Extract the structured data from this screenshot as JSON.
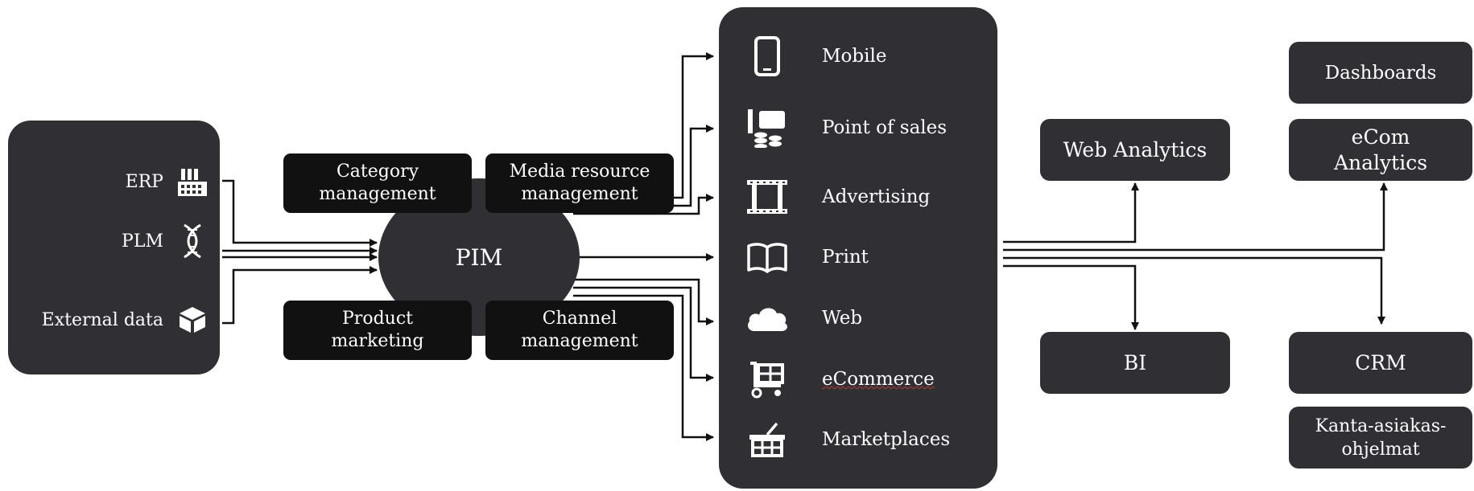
{
  "sources": {
    "items": [
      {
        "label": "ERP",
        "icon": "factory-icon"
      },
      {
        "label": "PLM",
        "icon": "dna-icon"
      },
      {
        "label": "External data",
        "icon": "cube-icon"
      }
    ]
  },
  "pim": {
    "label": "PIM",
    "modules": [
      {
        "label": "Category management"
      },
      {
        "label": "Media resource management"
      },
      {
        "label": "Product marketing"
      },
      {
        "label": "Channel management"
      }
    ]
  },
  "channels": {
    "items": [
      {
        "label": "Mobile",
        "icon": "mobile-phone-icon"
      },
      {
        "label": "Point of sales",
        "icon": "cash-register-icon"
      },
      {
        "label": "Advertising",
        "icon": "film-strip-icon"
      },
      {
        "label": "Print",
        "icon": "open-book-icon"
      },
      {
        "label": "Web",
        "icon": "cloud-icon"
      },
      {
        "label": "eCommerce",
        "icon": "shopping-cart-icon"
      },
      {
        "label": "Marketplaces",
        "icon": "basket-icon"
      }
    ]
  },
  "analytics": {
    "web_analytics": "Web Analytics",
    "bi": "BI",
    "dashboards": "Dashboards",
    "ecom_analytics": "eCom Analytics",
    "crm": "CRM",
    "loyalty": "Kanta-asiakas-ohjelmat"
  },
  "colors": {
    "panel": "#2f2f34",
    "module": "#111111",
    "line": "#111111"
  }
}
